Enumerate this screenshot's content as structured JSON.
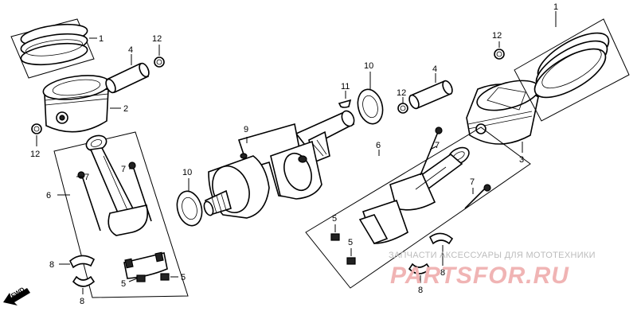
{
  "diagram": {
    "callouts": {
      "rings_left": "1",
      "rings_right": "1",
      "piston_left": "2",
      "piston_right": "3",
      "pin_left": "4",
      "pin_right": "4",
      "clip_top_left": "12",
      "clip_bottom_left": "12",
      "clip_mid": "12",
      "clip_right": "12",
      "conrod_left": "6",
      "conrod_right": "6",
      "bolt_left_a": "7",
      "bolt_left_b": "7",
      "bolt_right_a": "7",
      "bolt_right_b": "7",
      "crankshaft": "9",
      "washer_left": "10",
      "washer_right": "10",
      "key": "11",
      "nut_left_a": "5",
      "nut_left_b": "5",
      "nut_right_a": "5",
      "nut_right_b": "5",
      "bearing_left_a": "8",
      "bearing_left_b": "8",
      "bearing_right_a": "8",
      "bearing_right_b": "8"
    },
    "fwd_label": "FWD",
    "watermark_small": "ЗАПЧАСТИ АКСЕССУАРЫ ДЛЯ МОТОТЕХНИКИ",
    "watermark_big": "PARTSFOR.RU",
    "colors": {
      "line": "#000000",
      "watermark_text": "#bcbcbc",
      "watermark_logo": "#f0b4b4"
    }
  }
}
